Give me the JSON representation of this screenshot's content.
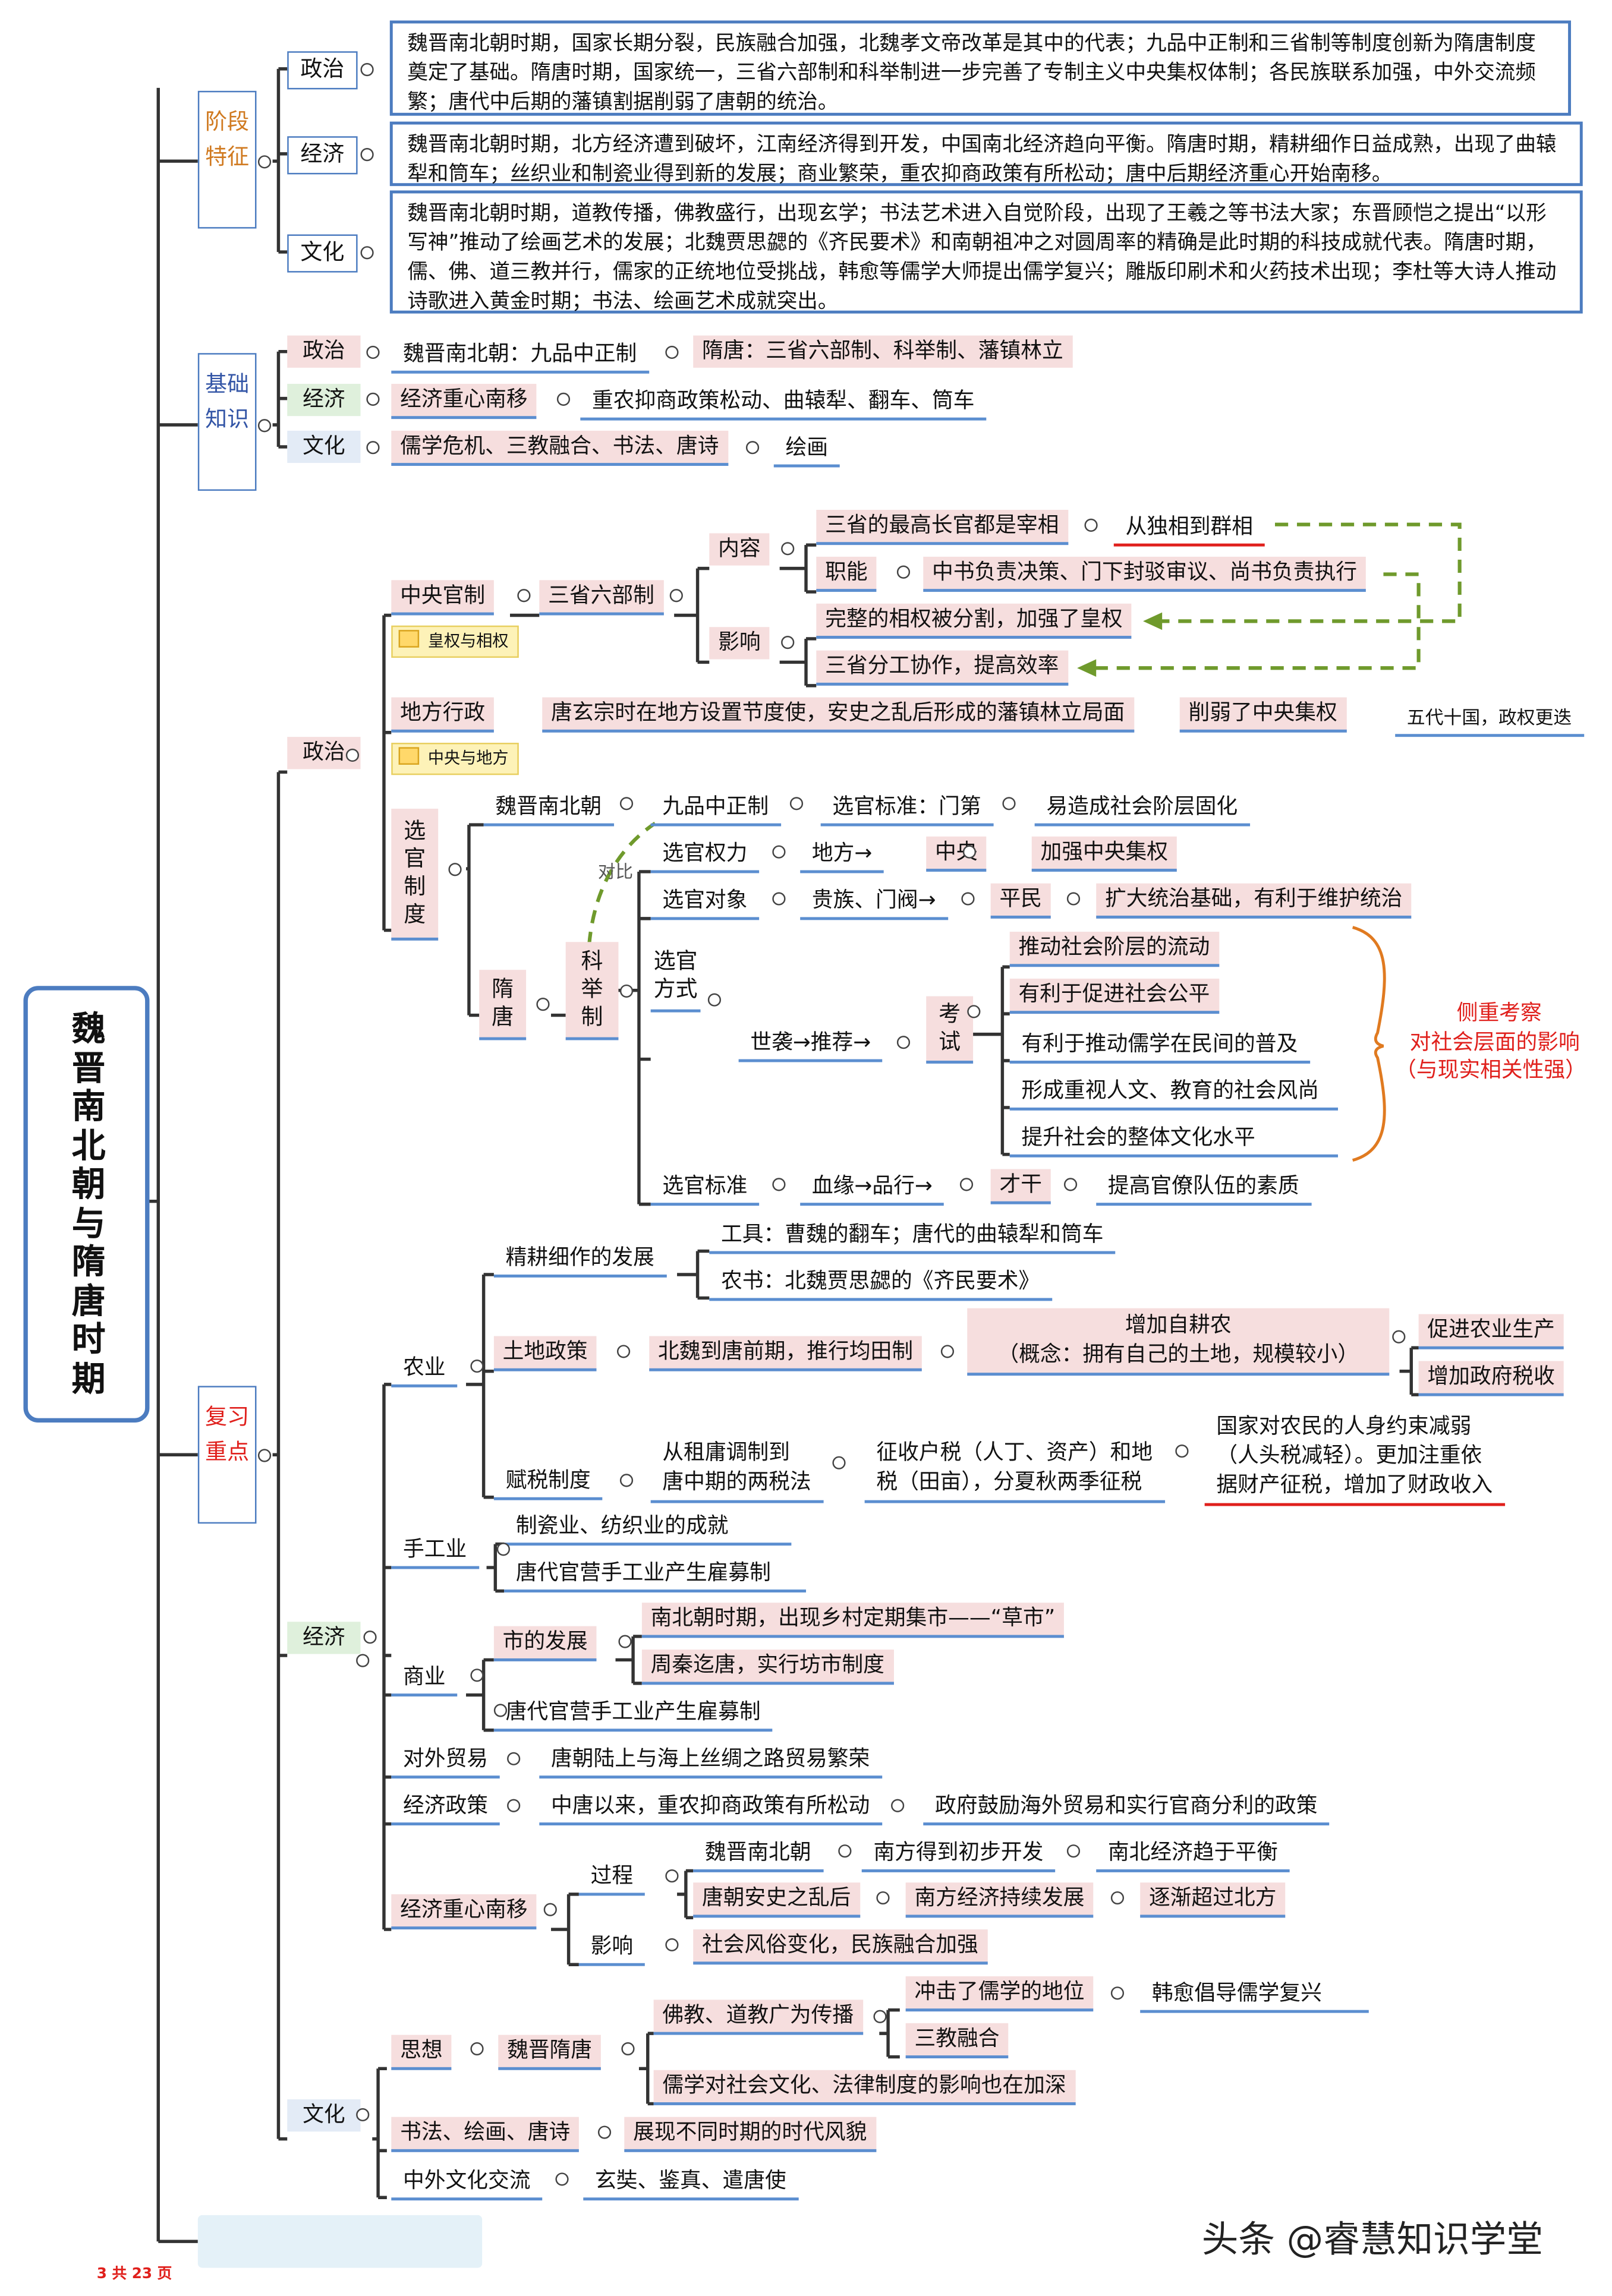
{
  "title": "魏晋南北朝与隋唐时期",
  "page_no": "3 共 23 页",
  "watermark": "头条 @睿慧知识学堂",
  "colors": {
    "line": "#5b8ed0",
    "box_border": "#4c7cc0",
    "pink": "#f6dede",
    "green": "#dff0dc",
    "blue": "#e3ebf6",
    "red": "#e0201c",
    "orange": "#e07a20",
    "dash_green": "#6f9a2c"
  },
  "stage": {
    "label": "阶段特征",
    "politics_tag": "政治",
    "economy_tag": "经济",
    "culture_tag": "文化",
    "politics": "魏晋南北朝时期，国家长期分裂，民族融合加强，北魏孝文帝改革是其中的代表；九品中正制和三省制等制度创新为隋唐制度奠定了基础。隋唐时期，国家统一，三省六部制和科举制进一步完善了专制主义中央集权体制；各民族联系加强，中外交流频繁；唐代中后期的藩镇割据削弱了唐朝的统治。",
    "economy": "魏晋南北朝时期，北方经济遭到破坏，江南经济得到开发，中国南北经济趋向平衡。隋唐时期，精耕细作日益成熟，出现了曲辕犁和筒车；丝织业和制瓷业得到新的发展；商业繁荣，重农抑商政策有所松动；唐中后期经济重心开始南移。",
    "culture": "魏晋南北朝时期，道教传播，佛教盛行，出现玄学；书法艺术进入自觉阶段，出现了王羲之等书法大家；东晋顾恺之提出“以形写神”推动了绘画艺术的发展；北魏贾思勰的《齐民要术》和南朝祖冲之对圆周率的精确是此时期的科技成就代表。隋唐时期，儒、佛、道三教并行，儒家的正统地位受挑战，韩愈等儒学大师提出儒学复兴；雕版印刷术和火药技术出现；李杜等大诗人推动诗歌进入黄金时期；书法、绘画艺术成就突出。"
  },
  "basic": {
    "label": "基础知识",
    "politics_tag": "政治",
    "economy_tag": "经济",
    "culture_tag": "文化",
    "p1": "魏晋南北朝：九品中正制",
    "p2": "隋唐：三省六部制、科举制、藩镇林立",
    "e1": "经济重心南移",
    "e2": "重农抑商政策松动、曲辕犁、翻车、筒车",
    "c1": "儒学危机、三教融合、书法、唐诗",
    "c2": "绘画"
  },
  "review": {
    "label": "复习重点",
    "politics": {
      "tag": "政治",
      "central": "中央官制",
      "three": "三省六部制",
      "content": "内容",
      "influence": "影响",
      "c_top": "三省的最高长官都是宰相",
      "c_top_r": "从独相到群相",
      "duty": "职能",
      "duty_r": "中书负责决策、门下封驳审议、尚书负责执行",
      "inf1": "完整的相权被分割，加强了皇权",
      "inf2": "三省分工协作，提高效率",
      "note1": "皇权与相权",
      "local": "地方行政",
      "local1": "唐玄宗时在地方设置节度使，安史之乱后形成的藩镇林立局面",
      "local2": "削弱了中央集权",
      "local3": "五代十国，政权更迭",
      "note2": "中央与地方",
      "sel": "选官制度",
      "wj": "魏晋南北朝",
      "jp": "九品中正制",
      "std_men": "选官标准：门第",
      "fix": "易造成社会阶层固化",
      "compare": "对比",
      "suitang": "隋唐",
      "keju": "科举制",
      "power": "选官权力",
      "pw1": "地方→",
      "pw2": "中央",
      "pw3": "加强中央集权",
      "target": "选官对象",
      "tg1": "贵族、门阀→",
      "tg2": "平民",
      "tg3": "扩大统治基础，有利于维护统治",
      "method": "选官方式",
      "mt1": "世袭→推荐→",
      "exam": "考试",
      "ex1": "推动社会阶层的流动",
      "ex2": "有利于促进社会公平",
      "ex3": "有利于推动儒学在民间的普及",
      "ex4": "形成重视人文、教育的社会风尚",
      "ex5": "提升社会的整体文化水平",
      "focus1": "侧重考察",
      "focus2": "对社会层面的影响",
      "focus3": "（与现实相关性强）",
      "std": "选官标准",
      "sd1": "血缘→品行→",
      "sd2": "才干",
      "sd3": "提高官僚队伍的素质"
    },
    "economy": {
      "tag": "经济",
      "agri": "农业",
      "fine": "精耕细作的发展",
      "tools": "工具：曹魏的翻车；唐代的曲辕犁和筒车",
      "book": "农书：北魏贾思勰的《齐民要术》",
      "land": "土地政策",
      "land1": "北魏到唐前期，推行均田制",
      "land2a": "增加自耕农",
      "land2b": "（概念：拥有自己的土地，规模较小）",
      "land3": "促进农业生产",
      "land4": "增加政府税收",
      "tax": "赋税制度",
      "tax1a": "从租庸调制到",
      "tax1b": "唐中期的两税法",
      "tax2a": "征收户税（人丁、资产）和地",
      "tax2b": "税（田亩），分夏秋两季征税",
      "tax3a": "国家对农民的人身约束减弱",
      "tax3b": "（人头税减轻）。更加注重依",
      "tax3c": "据财产征税，增加了财政收入",
      "craft": "手工业",
      "craft1": "制瓷业、纺织业的成就",
      "craft2": "唐代官营手工业产生雇募制",
      "commerce": "商业",
      "market": "市的发展",
      "mk1": "南北朝时期，出现乡村定期集市——“草市”",
      "mk2": "周秦迄唐，实行坊市制度",
      "com2": "唐代官营手工业产生雇募制",
      "trade": "对外贸易",
      "trade1": "唐朝陆上与海上丝绸之路贸易繁荣",
      "policy": "经济政策",
      "policy1": "中唐以来，重农抑商政策有所松动",
      "policy2": "政府鼓励海外贸易和实行官商分利的政策",
      "shift": "经济重心南移",
      "process": "过程",
      "pr1": "魏晋南北朝",
      "pr2": "南方得到初步开发",
      "pr3": "南北经济趋于平衡",
      "pr4": "唐朝安史之乱后",
      "pr5": "南方经济持续发展",
      "pr6": "逐渐超过北方",
      "effect": "影响",
      "eff1": "社会风俗变化，民族融合加强"
    },
    "culture": {
      "tag": "文化",
      "thought": "思想",
      "wjst": "魏晋隋唐",
      "th1": "佛教、道教广为传播",
      "th2": "冲击了儒学的地位",
      "th3": "韩愈倡导儒学复兴",
      "th4": "三教融合",
      "th5": "儒学对社会文化、法律制度的影响也在加深",
      "art": "书法、绘画、唐诗",
      "art1": "展现不同时期的时代风貌",
      "exchange": "中外文化交流",
      "ex1": "玄奘、鉴真、遣唐使"
    }
  }
}
